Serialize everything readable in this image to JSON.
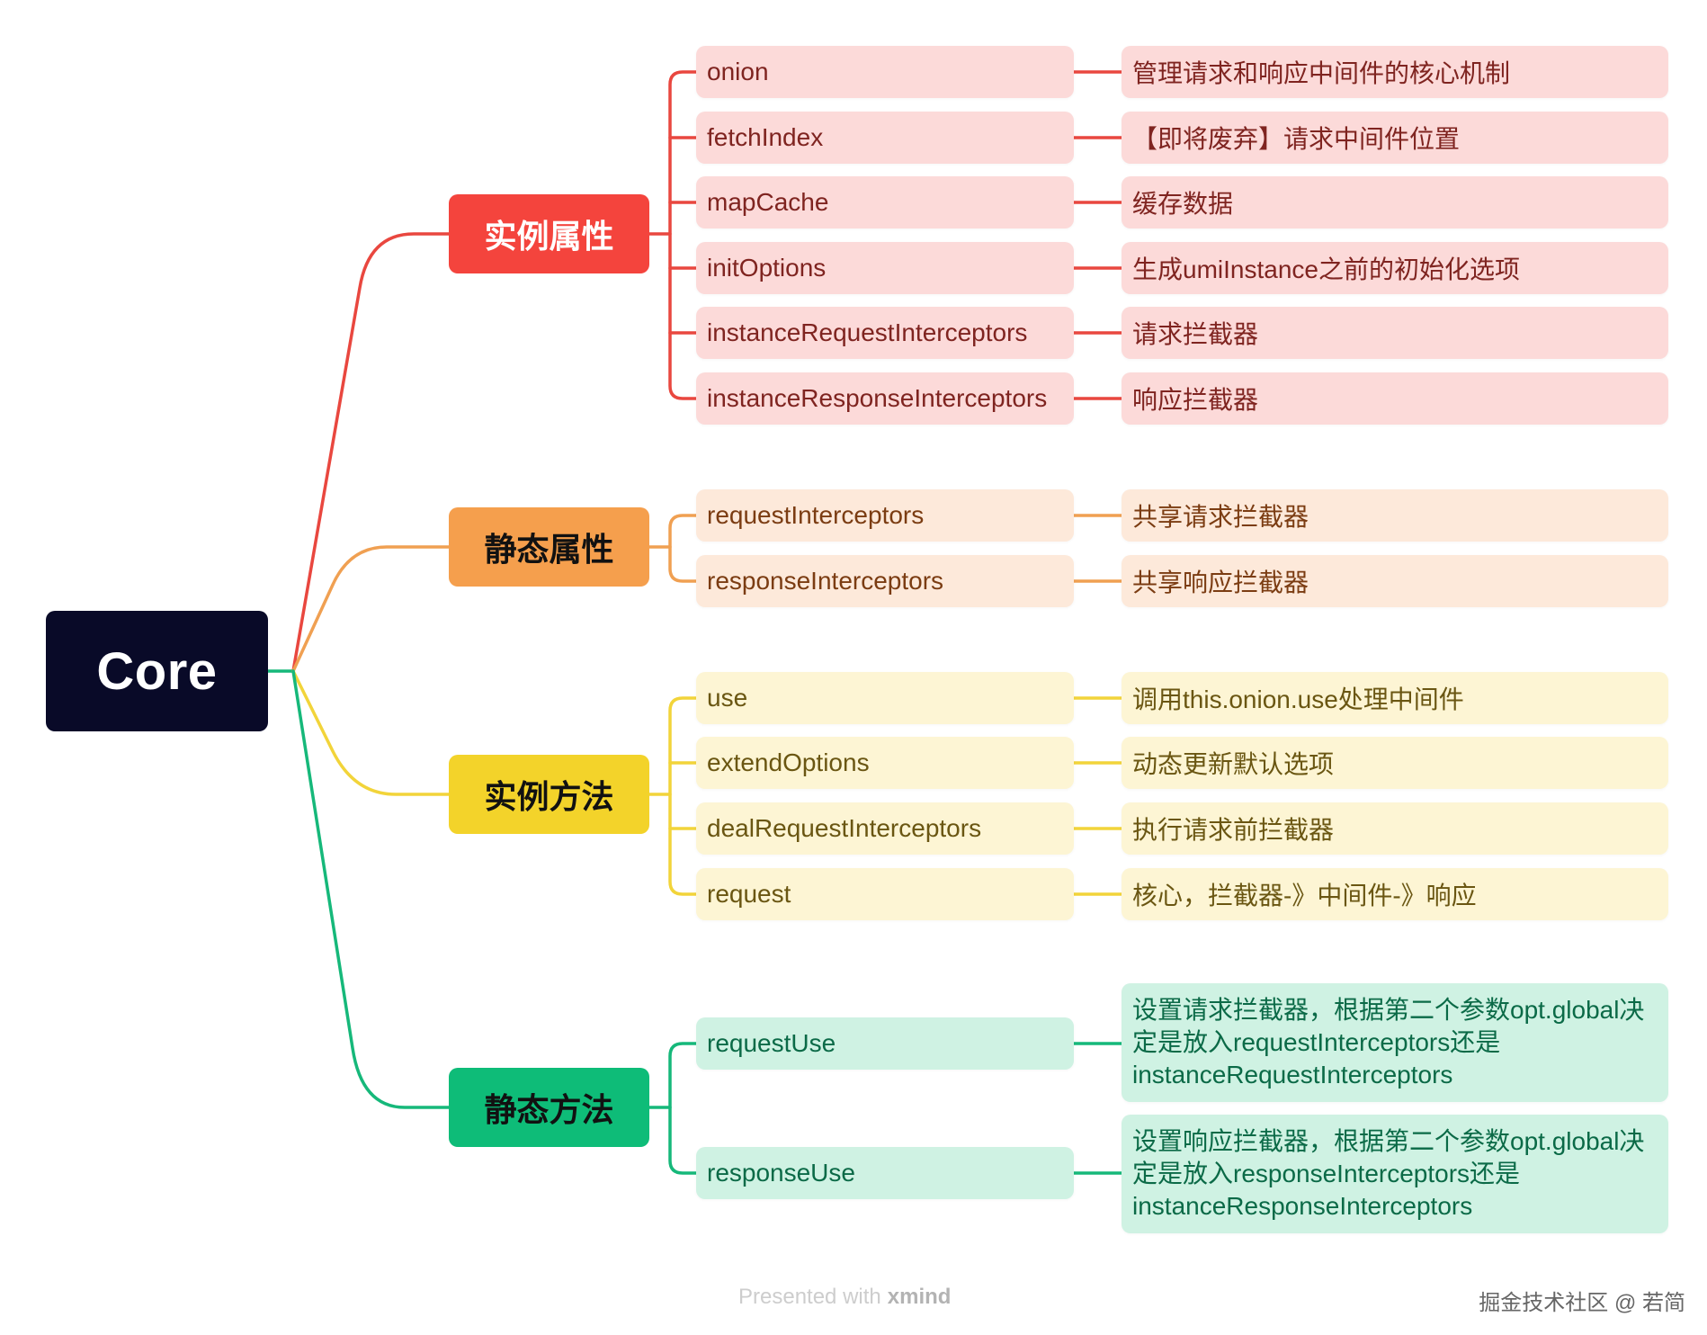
{
  "root": {
    "label": "Core",
    "fill": "#090a28",
    "text_color": "#ffffff"
  },
  "branches": [
    {
      "label": "实例属性",
      "color": "#f4443d",
      "label_color": "#ffffff",
      "line_color": "#e9473f",
      "item_fill": "#fcdad9",
      "item_text_color": "#7f2420",
      "items": [
        {
          "name": "onion",
          "desc": "管理请求和响应中间件的核心机制"
        },
        {
          "name": "fetchIndex",
          "desc": "【即将废弃】请求中间件位置"
        },
        {
          "name": "mapCache",
          "desc": "缓存数据"
        },
        {
          "name": "initOptions",
          "desc": "生成umiInstance之前的初始化选项"
        },
        {
          "name": "instanceRequestInterceptors",
          "desc": "请求拦截器"
        },
        {
          "name": "instanceResponseInterceptors",
          "desc": "响应拦截器"
        }
      ]
    },
    {
      "label": "静态属性",
      "color": "#f59f4d",
      "label_color": "#111111",
      "line_color": "#f0a052",
      "item_fill": "#fde9da",
      "item_text_color": "#7b3c12",
      "items": [
        {
          "name": "requestInterceptors",
          "desc": "共享请求拦截器"
        },
        {
          "name": "responseInterceptors",
          "desc": "共享响应拦截器"
        }
      ]
    },
    {
      "label": "实例方法",
      "color": "#f3d32a",
      "label_color": "#111111",
      "line_color": "#f2d43a",
      "item_fill": "#fdf5d4",
      "item_text_color": "#6a5612",
      "items": [
        {
          "name": "use",
          "desc": "调用this.onion.use处理中间件"
        },
        {
          "name": "extendOptions",
          "desc": "动态更新默认选项"
        },
        {
          "name": "dealRequestInterceptors",
          "desc": "执行请求前拦截器"
        },
        {
          "name": "request",
          "desc": "核心，拦截器-》中间件-》响应"
        }
      ]
    },
    {
      "label": "静态方法",
      "color": "#0ebc78",
      "label_color": "#111111",
      "line_color": "#16b87a",
      "item_fill": "#cff2e3",
      "item_text_color": "#0b6a47",
      "items": [
        {
          "name": "requestUse",
          "desc": "设置请求拦截器，根据第二个参数opt.global决定是放入requestInterceptors还是instanceRequestInterceptors"
        },
        {
          "name": "responseUse",
          "desc": "设置响应拦截器，根据第二个参数opt.global决定是放入responseInterceptors还是instanceResponseInterceptors"
        }
      ]
    }
  ],
  "footer": {
    "presented_with": "Presented with",
    "brand": "xmind",
    "watermark": "掘金技术社区 @ 若简"
  }
}
